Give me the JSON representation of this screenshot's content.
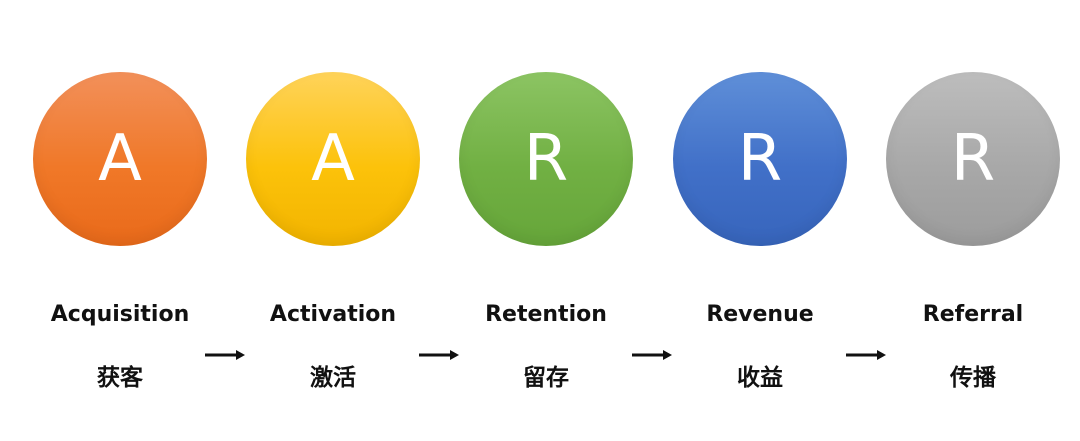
{
  "stages": [
    {
      "letter": "A",
      "label_en": "Acquisition",
      "label_zh": "获客",
      "color": "#f07828"
    },
    {
      "letter": "A",
      "label_en": "Activation",
      "label_zh": "激活",
      "color": "#fcc20a"
    },
    {
      "letter": "R",
      "label_en": "Retention",
      "label_zh": "留存",
      "color": "#71b043"
    },
    {
      "letter": "R",
      "label_en": "Revenue",
      "label_zh": "收益",
      "color": "#4170c8"
    },
    {
      "letter": "R",
      "label_en": "Referral",
      "label_zh": "传播",
      "color": "#a8a8a8"
    }
  ],
  "arrows": [
    {
      "icon": "right-arrow-icon"
    },
    {
      "icon": "right-arrow-icon"
    },
    {
      "icon": "right-arrow-icon"
    },
    {
      "icon": "right-arrow-icon"
    }
  ],
  "colors": {
    "text": "#111111",
    "letter": "#ffffff",
    "background": "#ffffff"
  }
}
